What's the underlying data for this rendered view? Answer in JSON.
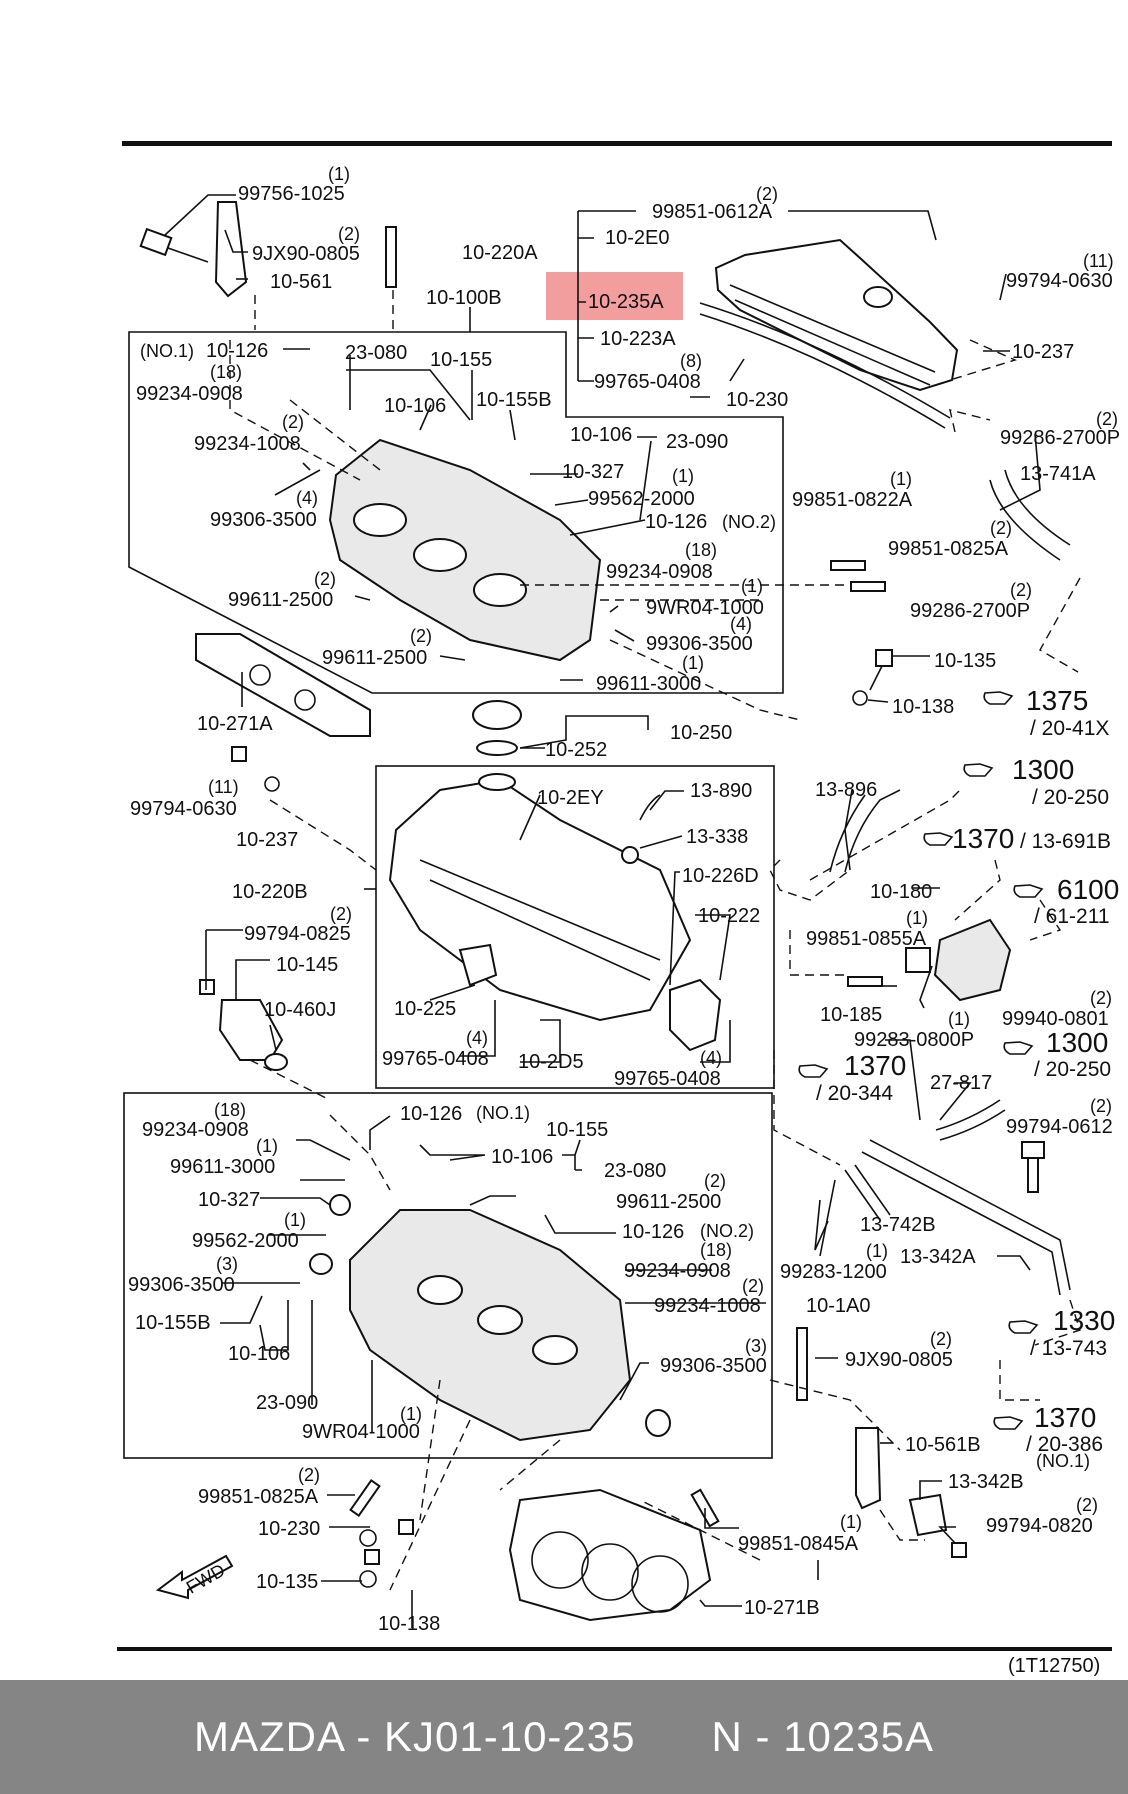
{
  "diagram_code": "(1T12750)",
  "highlight_label": "10-235A",
  "footer": {
    "brand": "MAZDA",
    "part_number": "KJ01-10-235",
    "n_label": "N",
    "n_value": "10235A"
  },
  "labels": {
    "l1": "99756-1025",
    "q1": "(1)",
    "l2": "9JX90-0805",
    "q2": "(2)",
    "l3": "10-561",
    "l4": "10-100B",
    "l5": "10-220A",
    "l6": "10-2E0",
    "l7": "99851-0612A",
    "q7": "(2)",
    "l8": "99794-0630",
    "q8": "(11)",
    "l9": "10-237",
    "l10": "10-223A",
    "l11": "99765-0408",
    "q11": "(8)",
    "l12": "10-230",
    "l13": "10-126",
    "q13": "(NO.1)",
    "l14": "23-080",
    "l15": "10-155",
    "l16": "99234-0908",
    "q16": "(18)",
    "l17": "10-106",
    "l18": "10-155B",
    "l19": "99234-1008",
    "q19": "(2)",
    "l20": "10-106",
    "l21": "23-090",
    "l22": "10-327",
    "l23": "99562-2000",
    "q23": "(1)",
    "l24": "99306-3500",
    "q24": "(4)",
    "l25": "10-126",
    "q25": "(NO.2)",
    "l26": "99234-0908",
    "q26": "(18)",
    "l27": "99611-2500",
    "q27": "(2)",
    "l28": "9WR04-1000",
    "q28": "(1)",
    "l29": "99306-3500",
    "q29": "(4)",
    "l30": "99611-2500",
    "q30": "(2)",
    "l31": "99611-3000",
    "q31": "(1)",
    "l32": "99286-2700P",
    "q32": "(2)",
    "l33": "13-741A",
    "l34": "99851-0822A",
    "q34": "(1)",
    "l35": "99851-0825A",
    "q35": "(2)",
    "l36": "99286-2700P",
    "q36": "(2)",
    "l37": "10-271A",
    "l38": "10-135",
    "l39": "10-138",
    "r1": "1375",
    "s1": "/ 20-41X",
    "l40": "10-250",
    "l41": "10-252",
    "l42": "99794-0630",
    "q42": "(11)",
    "l43": "10-237",
    "l44": "10-2EY",
    "l45": "13-890",
    "l46": "13-338",
    "l47": "13-896",
    "r2": "1300",
    "s2": "/ 20-250",
    "r3": "1370",
    "s3": "/ 13-691B",
    "l48": "10-220B",
    "l49": "10-226D",
    "l50": "10-180",
    "r4": "6100",
    "s4": "/ 61-211",
    "l51": "99794-0825",
    "q51": "(2)",
    "l52": "10-145",
    "l53": "10-222",
    "l54": "99851-0855A",
    "q54": "(1)",
    "l55": "10-460J",
    "l56": "10-225",
    "l57": "10-185",
    "l58": "99940-0801",
    "q58": "(2)",
    "l59": "99765-0408",
    "q59": "(4)",
    "l60": "10-2D5",
    "l61": "99765-0408",
    "q61": "(4)",
    "l62": "99283-0800P",
    "q62": "(1)",
    "r5": "1300",
    "s5": "/ 20-250",
    "r6": "1370",
    "s6": "/ 20-344",
    "l63": "27-817",
    "l64": "99234-0908",
    "q64": "(18)",
    "l65": "10-126",
    "q65": "(NO.1)",
    "l66": "10-155",
    "l67": "99794-0612",
    "q67": "(2)",
    "l68": "99611-3000",
    "q68": "(1)",
    "l69": "10-106",
    "l70": "23-080",
    "l71": "10-327",
    "l72": "99611-2500",
    "q72": "(2)",
    "l73": "99562-2000",
    "q73": "(1)",
    "l74": "10-126",
    "q74": "(NO.2)",
    "l75": "13-742B",
    "l76": "99306-3500",
    "q76": "(3)",
    "l77": "99234-0908",
    "q77": "(18)",
    "l78": "99283-1200",
    "q78": "(1)",
    "l79": "13-342A",
    "l80": "10-155B",
    "l81": "99234-1008",
    "q81": "(2)",
    "l82": "10-1A0",
    "r7": "1330",
    "s7": "/ 13-743",
    "l83": "10-106",
    "l84": "99306-3500",
    "q84": "(3)",
    "l85": "9JX90-0805",
    "q85": "(2)",
    "l86": "23-090",
    "l87": "9WR04-1000",
    "q87": "(1)",
    "r8": "1370",
    "s8": "/ 20-386",
    "l88": "10-561B",
    "q88": "(NO.1)",
    "l89": "99851-0825A",
    "q89": "(2)",
    "l90": "13-342B",
    "l91": "10-230",
    "l92": "99794-0820",
    "q92": "(2)",
    "l93": "99851-0845A",
    "q93": "(1)",
    "l94": "10-135",
    "l95": "10-271B",
    "l96": "10-138",
    "fwd": "FWD"
  }
}
